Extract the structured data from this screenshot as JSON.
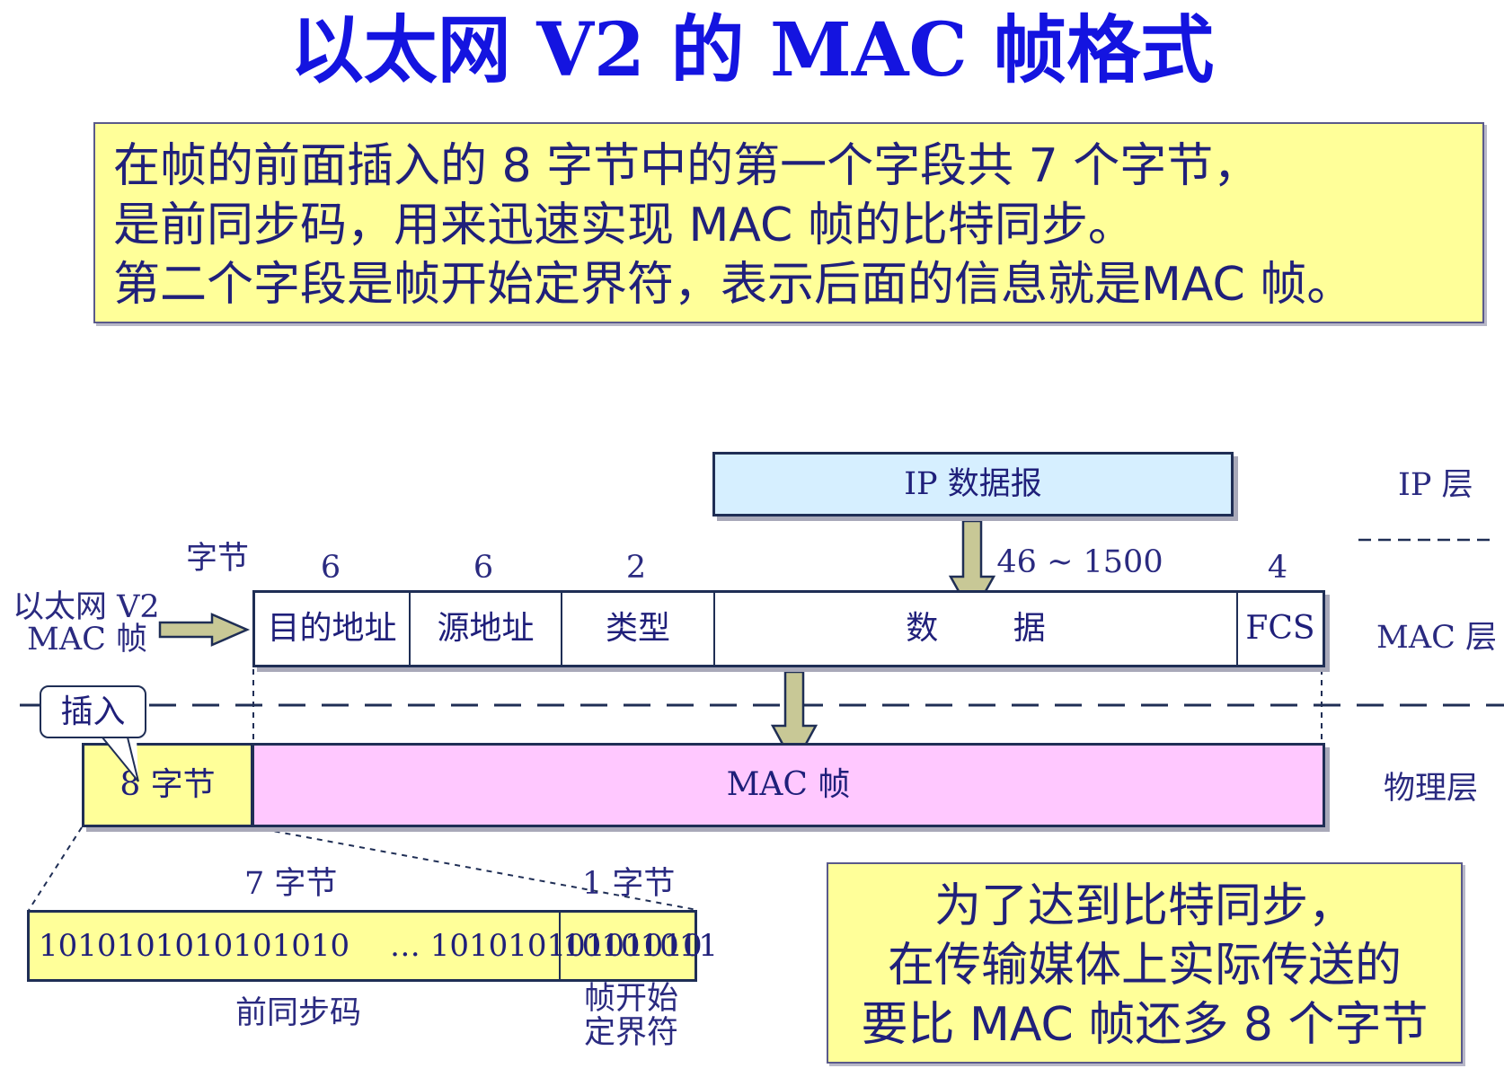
{
  "title": "以太网 V2 的 MAC 帧格式",
  "note_top": {
    "lines": [
      "在帧的前面插入的 8 字节中的第一个字段共 7 个字节，",
      "是前同步码，用来迅速实现 MAC 帧的比特同步。",
      "第二个字段是帧开始定界符，表示后面的信息就是MAC 帧。"
    ]
  },
  "layers": {
    "ip": "IP 层",
    "mac": "MAC 层",
    "physical": "物理层"
  },
  "ip_datagram": "IP 数据报",
  "frame_label_line1": "以太网 V2",
  "frame_label_line2": "MAC 帧",
  "bytes_label": "字节",
  "fields": [
    {
      "label": "目的地址",
      "size": "6"
    },
    {
      "label": "源地址",
      "size": "6"
    },
    {
      "label": "类型",
      "size": "2"
    },
    {
      "label": "数 　　据",
      "size": "46 ~ 1500"
    },
    {
      "label": "FCS",
      "size": "4"
    }
  ],
  "insert_callout": "插入",
  "preamble_block": "8 字节",
  "mac_frame_bar": "MAC 帧",
  "preamble_detail": {
    "seven_bytes_label": "7 字节",
    "one_byte_label": "1 字节",
    "preamble_bits": "1010101010101010 　… 10101010101010",
    "sfd_bits": "10101011",
    "preamble_name": "前同步码",
    "sfd_name_line1": "帧开始",
    "sfd_name_line2": "定界符"
  },
  "note_bottom": {
    "lines": [
      "为了达到比特同步，",
      "在传输媒体上实际传送的",
      "要比 MAC 帧还多 8 个字节"
    ]
  },
  "colors": {
    "title": "#1414e0",
    "note_fill": "#ffff99",
    "ip_fill": "#d6efff",
    "mac_frame_fill": "#ffc8ff",
    "arrow_fill": "#c8c896",
    "text": "#1f1f7a"
  }
}
